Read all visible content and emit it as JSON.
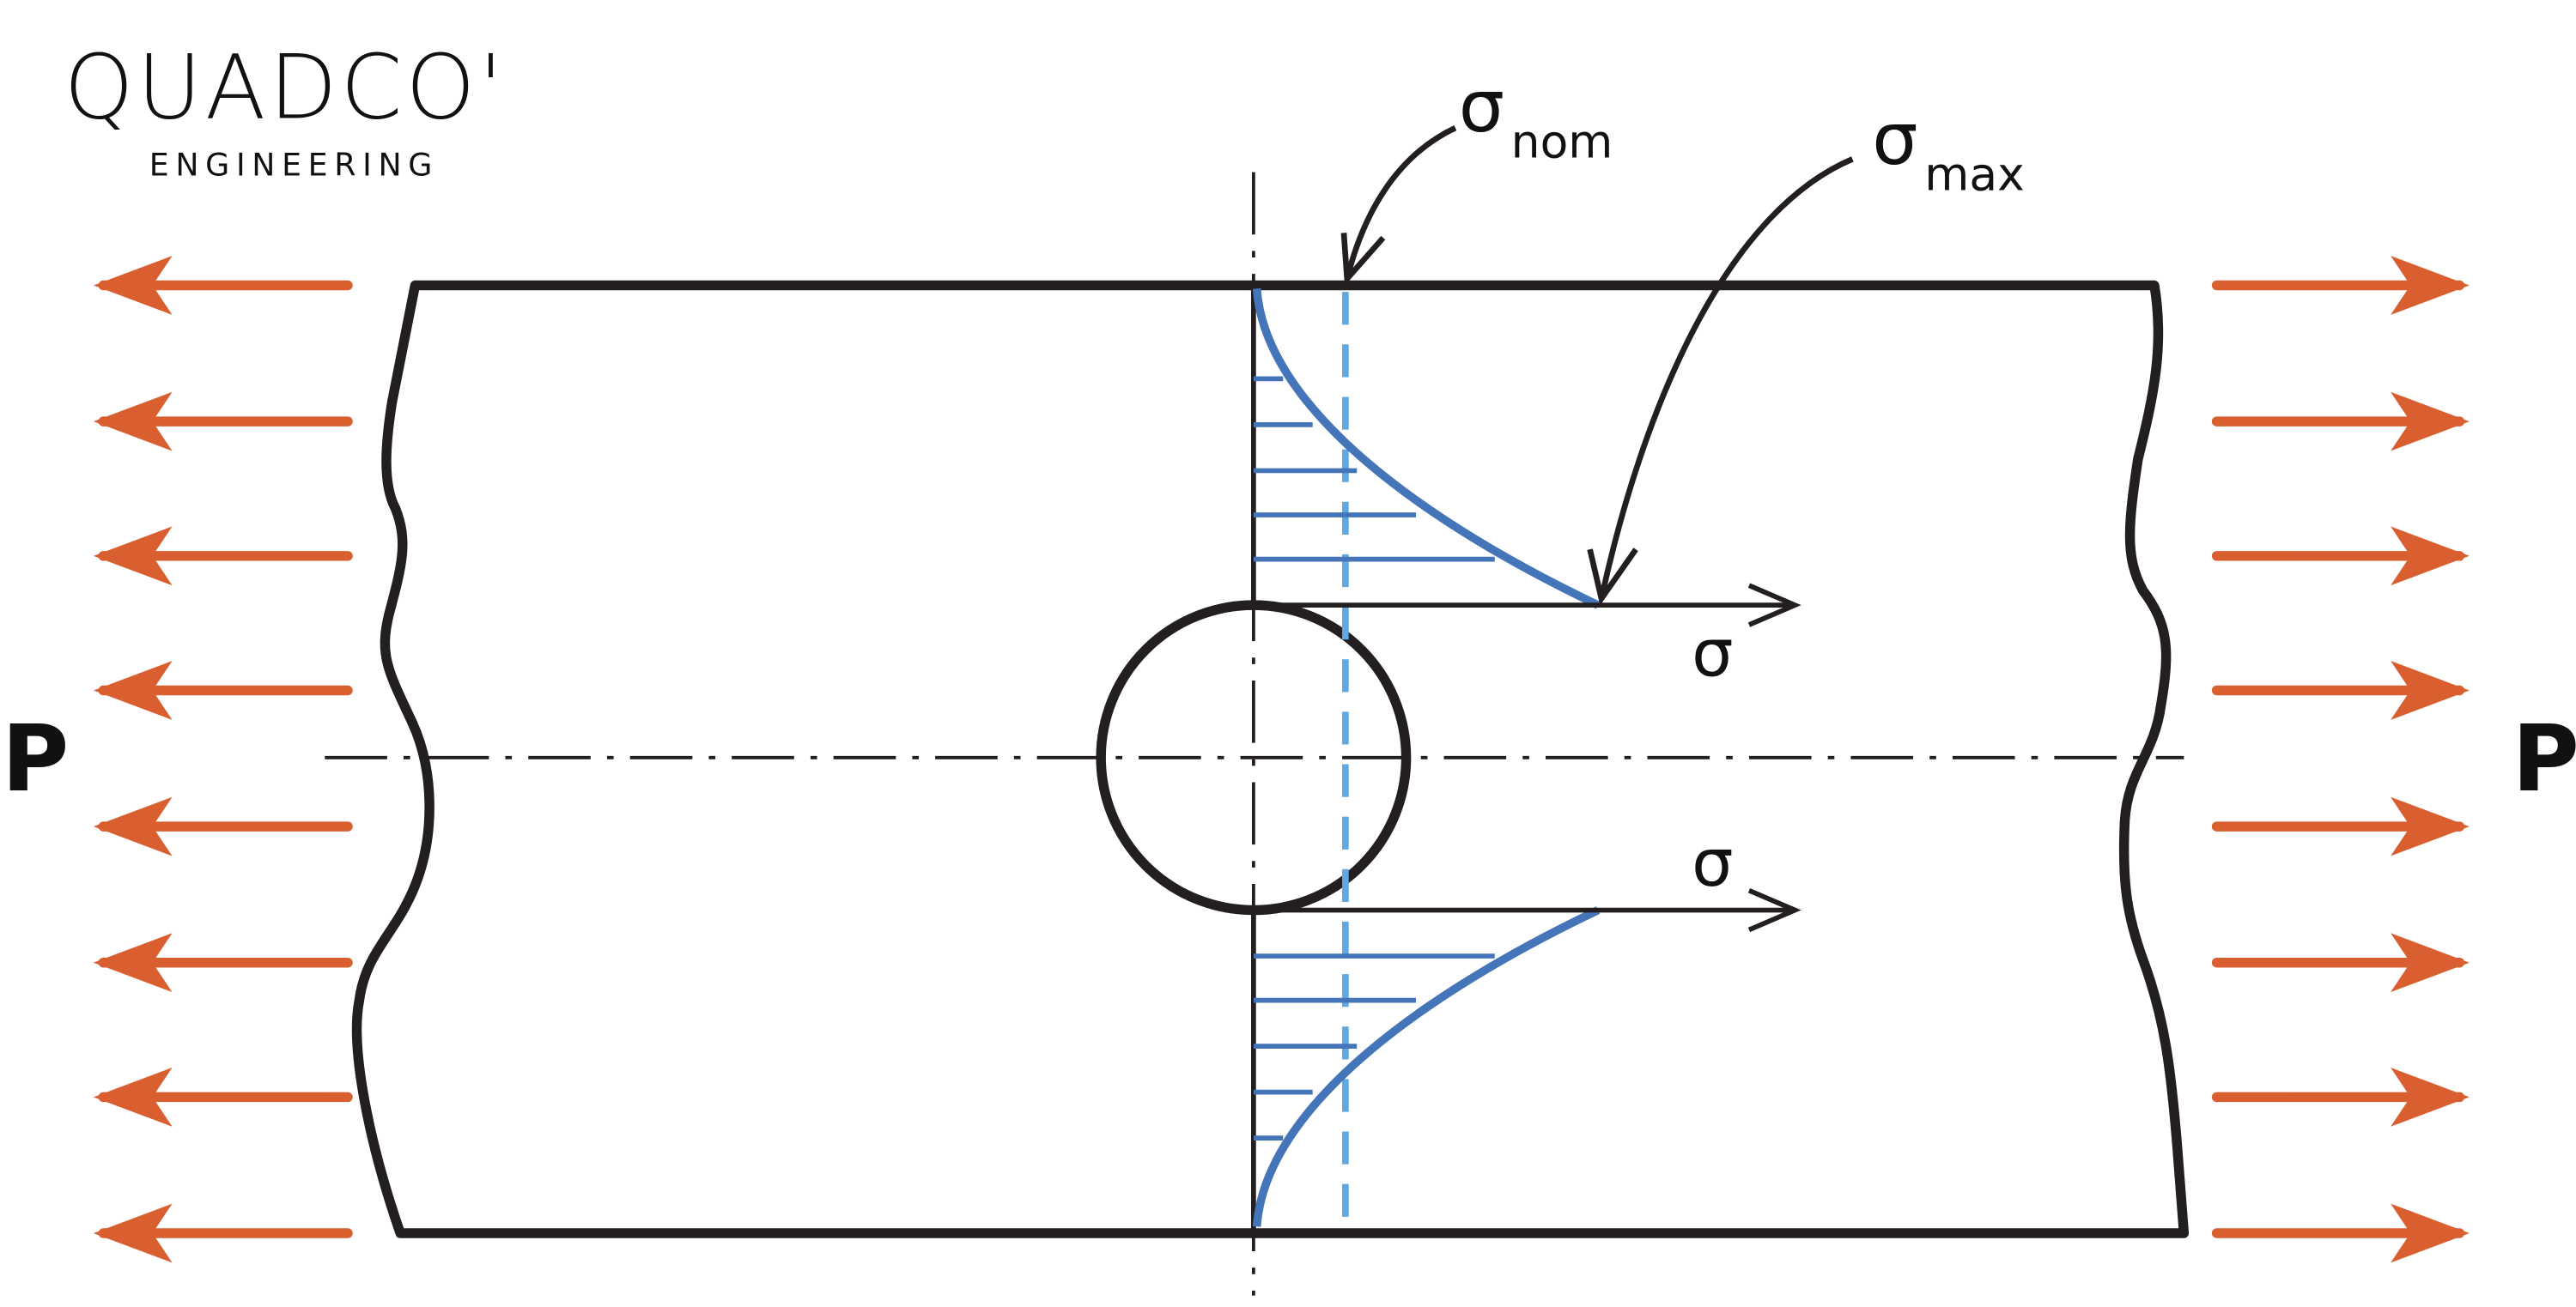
{
  "logo": {
    "name": "QUADCO'",
    "subtitle": "ENGINEERING"
  },
  "labels": {
    "load_left": "P",
    "load_right": "P",
    "sigma_symbol": "σ",
    "sigma_nom_sub": "nom",
    "sigma_max_sub": "max",
    "axis_upper": "σ",
    "axis_lower": "σ"
  },
  "colors": {
    "plate": "#231f20",
    "load_arrows": "#d95f30",
    "stress_curve": "#4575b9",
    "nominal_line": "#62a8e0"
  }
}
